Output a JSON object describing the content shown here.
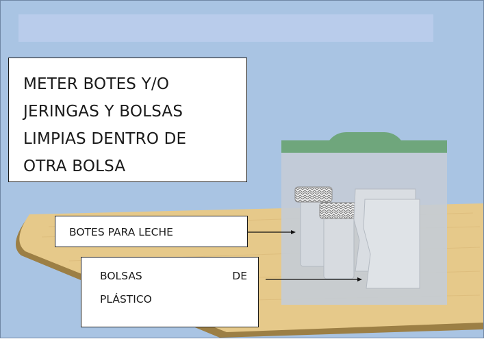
{
  "instruction": {
    "lines": [
      "METER BOTES Y/O",
      "JERINGAS Y BOLSAS",
      "LIMPIAS DENTRO DE",
      "OTRA BOLSA"
    ]
  },
  "labels": {
    "botes": "BOTES PARA LECHE",
    "bolsas_word1": "BOLSAS",
    "bolsas_word2": "DE",
    "bolsas_word3": "PLÁSTICO"
  },
  "colors": {
    "background": "#a9c4e3",
    "table": "#e6c98a",
    "bag_seal": "#6fa67c",
    "bag": "#c4ccd6"
  }
}
